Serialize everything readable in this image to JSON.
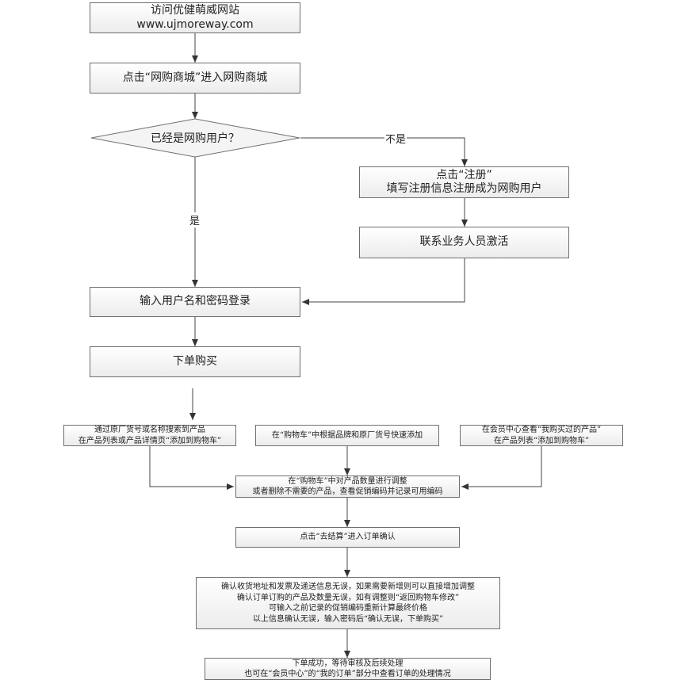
{
  "nodes": {
    "visit": {
      "line1": "访问优健萌威网站",
      "line2": "www.ujmoreway.com"
    },
    "enter_mall": "点击“网购商城”进入网购商城",
    "decision": "已经是网购用户？",
    "register": {
      "line1": "点击“注册”",
      "line2": "填写注册信息注册成为网购用户"
    },
    "contact": "联系业务人员激活",
    "login": "输入用户名和密码登录",
    "buy": "下单购买",
    "add_left": {
      "line1": "通过原厂货号或名称搜索到产品",
      "line2": "在产品列表或产品详情页“添加到购物车”"
    },
    "add_middle": "在“购物车”中根据品牌和原厂货号快速添加",
    "add_right": {
      "line1": "在会员中心查看“我购买过的产品”",
      "line2": "在产品列表“添加到购物车”"
    },
    "cart_adjust": {
      "line1": "在“购物车”中对产品数量进行调整",
      "line2": "或者删除不需要的产品，查看促销编码并记录可用编码"
    },
    "checkout": "点击“去结算”进入订单确认",
    "confirm": {
      "line1": "确认收货地址和发票及递送信息无误，如果需要新增则可以直接增加调整",
      "line2": "确认订单订购的产品及数量无误，如有调整则“返回购物车修改”",
      "line3": "可输入之前记录的促销编码重新计算最终价格",
      "line4": "以上信息确认无误，输入密码后“确认无误，下单购买”"
    },
    "done": {
      "line1": "下单成功，等待审核及后续处理",
      "line2": "也可在“会员中心”的“我的订单”部分中查看订单的处理情况"
    }
  },
  "edge_labels": {
    "no": "不是",
    "yes": "是"
  }
}
